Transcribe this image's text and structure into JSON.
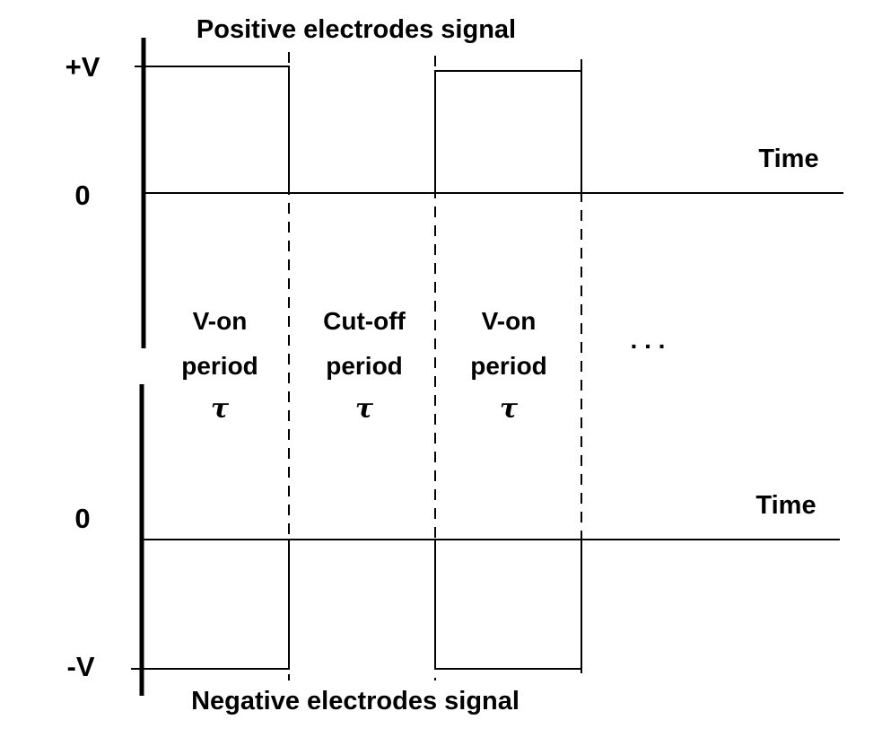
{
  "top_signal": {
    "title": "Positive electrodes signal",
    "level_high": "+V",
    "level_zero": "0",
    "axis_label": "Time"
  },
  "bottom_signal": {
    "title": "Negative electrodes signal",
    "level_zero": "0",
    "level_low": "-V",
    "axis_label": "Time"
  },
  "periods": [
    {
      "line1": "V-on",
      "line2": "period",
      "symbol": "τ"
    },
    {
      "line1": "Cut-off",
      "line2": "period",
      "symbol": "τ"
    },
    {
      "line1": "V-on",
      "line2": "period",
      "symbol": "τ"
    }
  ],
  "continuation": ". . ."
}
